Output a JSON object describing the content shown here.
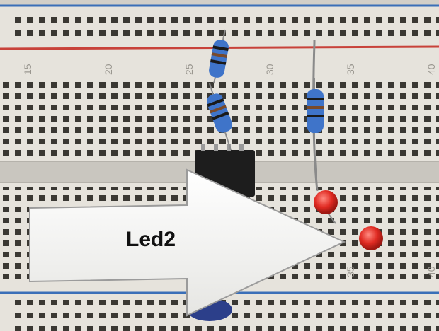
{
  "photo": {
    "subject_components": [
      "breadboard",
      "resistor",
      "resistor",
      "resistor",
      "ic-chip",
      "led",
      "led",
      "jumper-wire"
    ],
    "colors": {
      "board": "#e6e3dc",
      "channel": "#c9c6bf",
      "hole": "#3a3833",
      "rail_red": "#c8423a",
      "rail_blue": "#3a6fb8",
      "resistor_body": "#3f74c9",
      "chip": "#1d1d1d",
      "led": "#e02a22"
    }
  },
  "column_numbers": {
    "top": [
      "15",
      "20",
      "25",
      "30",
      "35",
      "40"
    ],
    "bottom": [
      "35",
      "40"
    ]
  },
  "arrow": {
    "label": "Led2",
    "fill": "#f3f3f1",
    "outline": "#9b9b9b"
  }
}
